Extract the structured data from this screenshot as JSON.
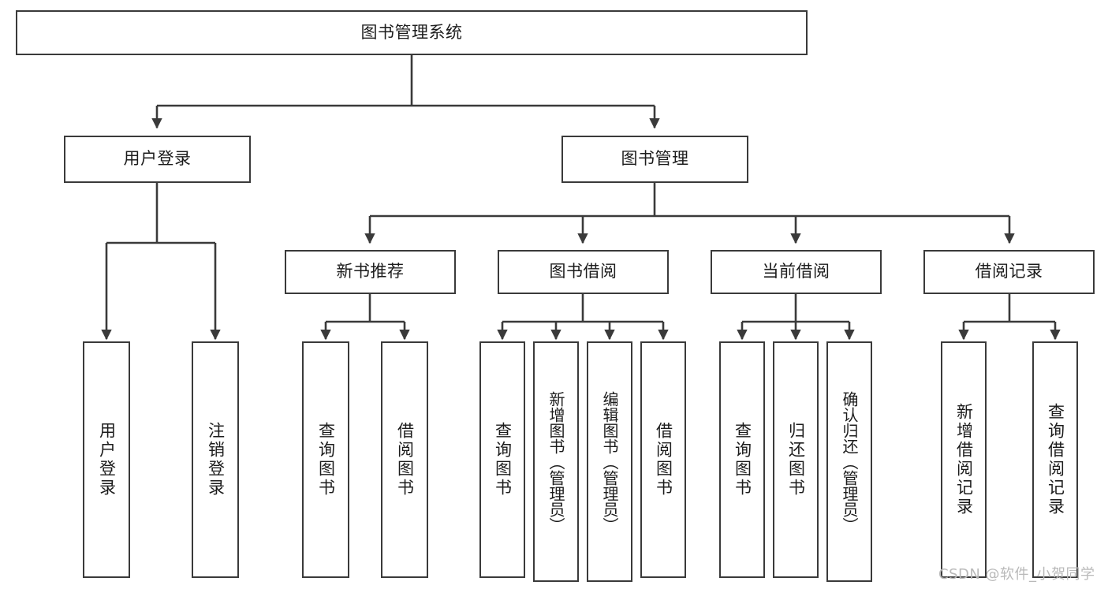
{
  "diagram": {
    "title": "图书管理系统",
    "type": "hierarchy-tree",
    "orientation": "top-down",
    "colors": {
      "box_border": "#3a3a3a",
      "box_fill": "#ffffff",
      "connector": "#3a3a3a",
      "text": "#1c1c1c",
      "watermark": "#b9b9b9",
      "background": "#ffffff"
    },
    "root": {
      "label": "图书管理系统",
      "level": 1
    },
    "level2": [
      {
        "label": "用户登录"
      },
      {
        "label": "图书管理"
      }
    ],
    "level3": [
      {
        "label": "新书推荐",
        "parent": "图书管理"
      },
      {
        "label": "图书借阅",
        "parent": "图书管理"
      },
      {
        "label": "当前借阅",
        "parent": "图书管理"
      },
      {
        "label": "借阅记录",
        "parent": "图书管理"
      }
    ],
    "leaves": {
      "用户登录": [
        {
          "label": "用户登录"
        },
        {
          "label": "注销登录"
        }
      ],
      "新书推荐": [
        {
          "label": "查询图书"
        },
        {
          "label": "借阅图书"
        }
      ],
      "图书借阅": [
        {
          "label": "查询图书"
        },
        {
          "label": "新增图书（管理员）"
        },
        {
          "label": "编辑图书（管理员）"
        },
        {
          "label": "借阅图书"
        }
      ],
      "当前借阅": [
        {
          "label": "查询图书"
        },
        {
          "label": "归还图书"
        },
        {
          "label": "确认归还（管理员）"
        }
      ],
      "借阅记录": [
        {
          "label": "新增借阅记录"
        },
        {
          "label": "查询借阅记录"
        }
      ]
    }
  },
  "watermark": {
    "text": "CSDN @软件_小贺同学"
  }
}
